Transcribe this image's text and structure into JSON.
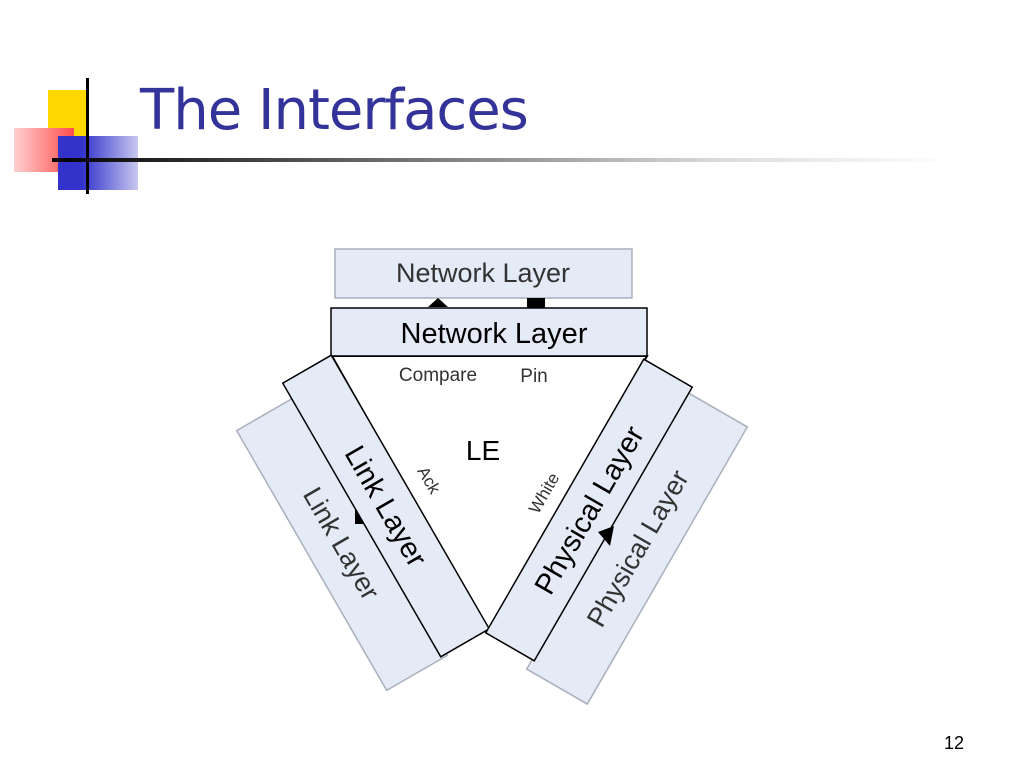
{
  "slide": {
    "title": "The Interfaces",
    "page_number": "12"
  },
  "diagram": {
    "outer_network_layer": "Network Layer",
    "inner_network_layer": "Network Layer",
    "center_label": "LE",
    "outer_link_layer": "Link Layer",
    "inner_link_layer": "Link Layer",
    "inner_physical_layer": "Physical Layer",
    "outer_physical_layer": "Physical Layer",
    "compare_label": "Compare",
    "pin_label": "Pin",
    "ack_label": "Ack",
    "white_label": "White"
  },
  "colors": {
    "title": "#333399",
    "layer_fill": "#e4eaf6",
    "logo_yellow": "#ffd700",
    "logo_red": "#ff4d4d",
    "logo_blue": "#3333cc"
  }
}
